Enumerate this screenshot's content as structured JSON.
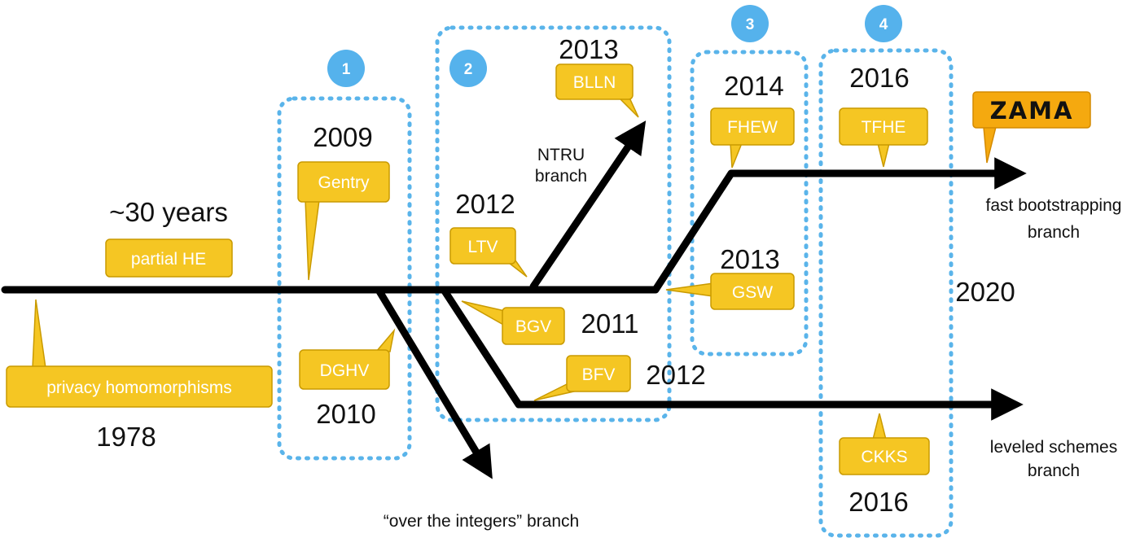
{
  "years": {
    "y1978": "1978",
    "y2009": "2009",
    "y2010": "2010",
    "y2011": "2011",
    "y2012_ltv": "2012",
    "y2012_bfv": "2012",
    "y2013_blln": "2013",
    "y2013_gsw": "2013",
    "y2014": "2014",
    "y2016_tfhe": "2016",
    "y2016_ckks": "2016",
    "y2020": "2020"
  },
  "callouts": {
    "privacy": "privacy homomorphisms",
    "partial_he": "partial HE",
    "gentry": "Gentry",
    "dghv": "DGHV",
    "ltv": "LTV",
    "bgv": "BGV",
    "bfv": "BFV",
    "blln": "BLLN",
    "fhew": "FHEW",
    "gsw": "GSW",
    "tfhe": "TFHE",
    "ckks": "CKKS",
    "zama": "ZAMA"
  },
  "text": {
    "thirty_years": "~30 years",
    "ntru_line1": "NTRU",
    "ntru_line2": "branch",
    "fast_line1": "fast bootstrapping",
    "fast_line2": "branch",
    "leveled_line1": "leveled schemes",
    "leveled_line2": "branch",
    "integers": "“over the integers” branch"
  },
  "badges": [
    "1",
    "2",
    "3",
    "4"
  ],
  "colors": {
    "callout": "#f5c623",
    "zama": "#f5a90f",
    "era_border": "#5ab4ea",
    "badge": "#55b2ec",
    "track": "#000000"
  }
}
